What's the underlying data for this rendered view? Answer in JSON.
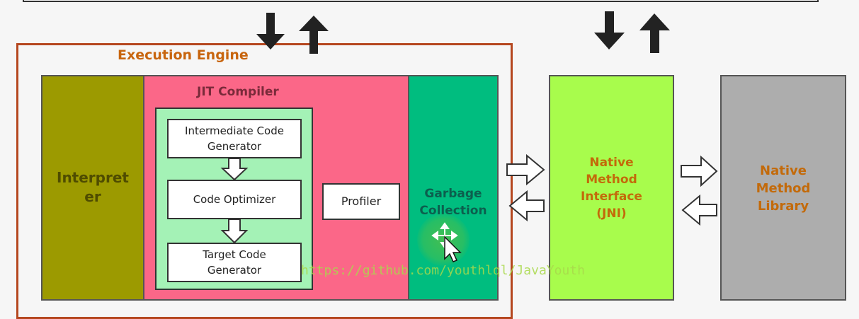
{
  "execution_engine": {
    "title": "Execution Engine",
    "interpreter": "Interpret er",
    "jit_compiler": {
      "title": "JIT Compiler",
      "stages": [
        "Intermediate Code Generator",
        "Code Optimizer",
        "Target Code Generator"
      ],
      "profiler": "Profiler"
    },
    "garbage_collection": "Garbage Collection"
  },
  "jni": "Native Method Interface (JNI)",
  "native_library": "Native Method Library",
  "watermark": "https://github.com/youthlql/JavaYouth",
  "colors": {
    "engine_border": "#b5471f",
    "interpreter": "#9c9a00",
    "jit": "#fb6788",
    "jit_inner": "#a4f2b6",
    "gc": "#00bd7f",
    "jni": "#a8fc4c",
    "library": "#adadad"
  },
  "icons": [
    "arrow-down-icon",
    "arrow-up-icon",
    "hollow-arrow-right-icon",
    "hollow-arrow-left-icon",
    "hollow-arrow-down-icon",
    "move-cursor-icon"
  ]
}
